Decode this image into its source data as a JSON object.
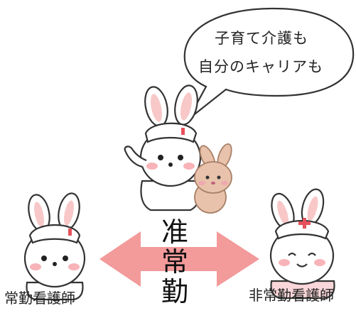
{
  "speech_bubble": {
    "line1": "子育て介護も",
    "line2": "自分のキャリアも"
  },
  "center_label": {
    "char1": "准",
    "char2": "常",
    "char3": "勤"
  },
  "left_label": "常勤看護師",
  "right_label": "非常勤看護師",
  "colors": {
    "arrow": "#f39a9a",
    "bunny_outline": "#333333",
    "ear_inner": "#f8c8c8",
    "cheek": "#f7b3b8",
    "nurse_cap_cross": "#e8505b",
    "dress_pink": "#f9d6d9",
    "brown_bunny": "#e8c2ab"
  },
  "icons": [
    "speech-bubble",
    "nurse-bunny-center",
    "brown-bunny",
    "nurse-bunny-left",
    "nurse-bunny-right",
    "double-arrow"
  ]
}
